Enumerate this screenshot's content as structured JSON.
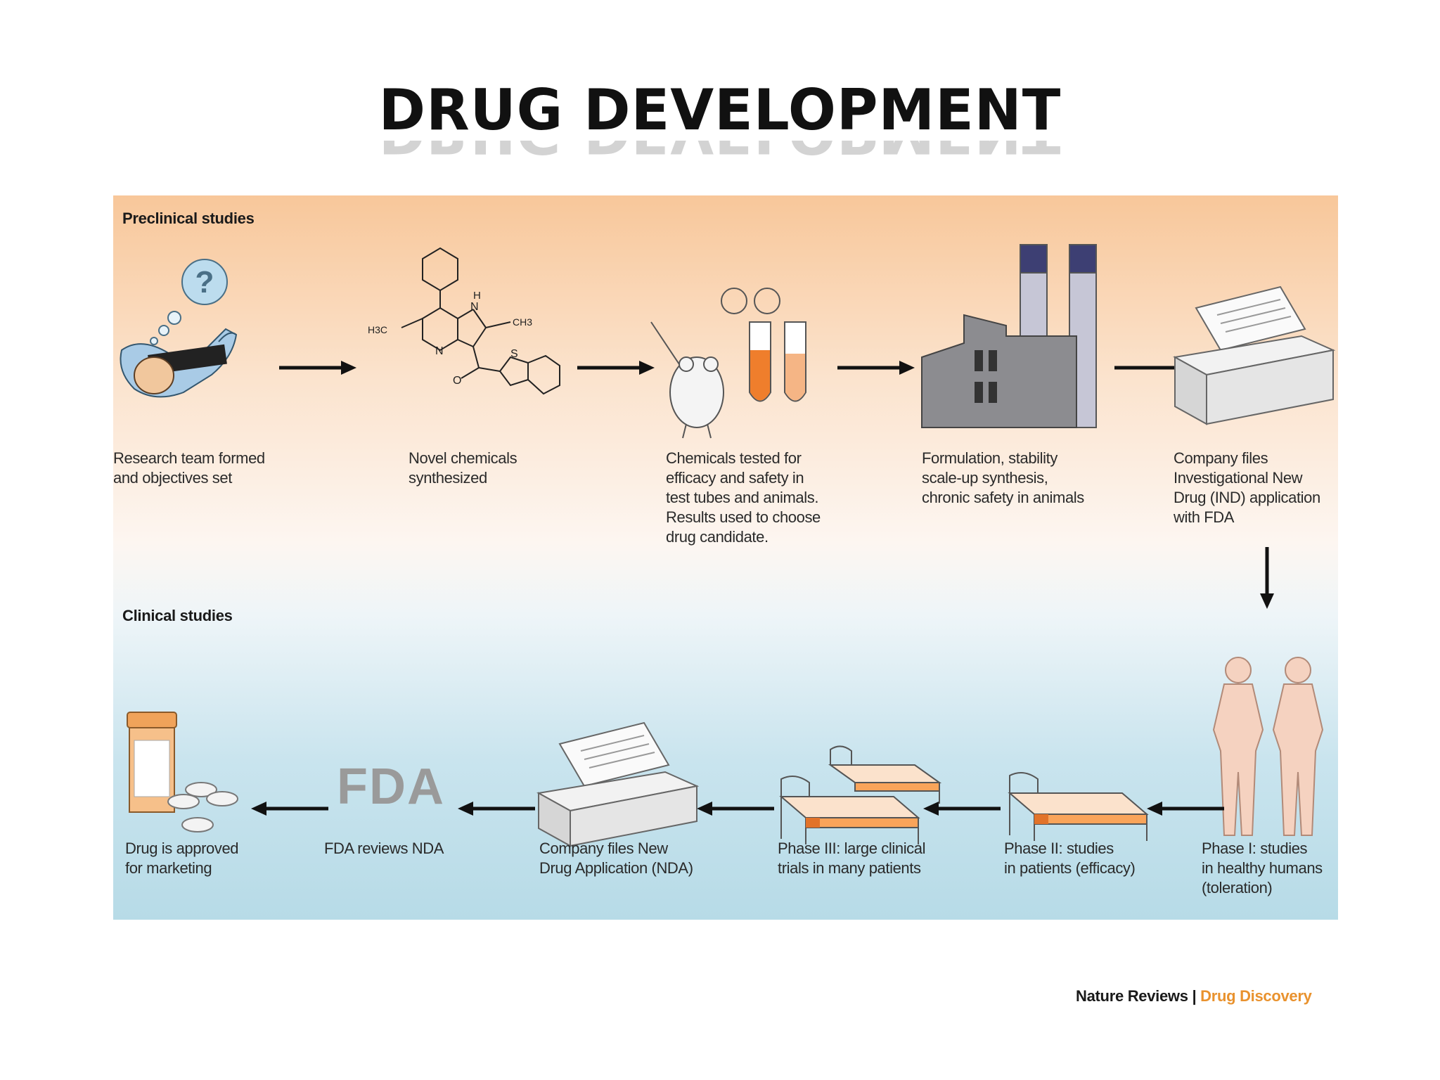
{
  "title": "DRUG DEVELOPMENT",
  "sections": {
    "preclinical": "Preclinical studies",
    "clinical": "Clinical studies"
  },
  "steps": [
    {
      "caption": "Research team formed\nand objectives set"
    },
    {
      "caption": "Novel chemicals\nsynthesized"
    },
    {
      "caption": "Chemicals tested for\nefficacy and safety in\ntest tubes and animals.\nResults used to choose\ndrug candidate."
    },
    {
      "caption": "Formulation, stability\nscale-up synthesis,\nchronic safety in animals"
    },
    {
      "caption": "Company files\nInvestigational New\nDrug (IND) application\nwith FDA"
    },
    {
      "caption": "Phase I: studies\nin healthy humans\n(toleration)"
    },
    {
      "caption": "Phase II: studies\nin patients (efficacy)"
    },
    {
      "caption": "Phase III: large clinical\ntrials in many patients"
    },
    {
      "caption": "Company files New\nDrug Application (NDA)"
    },
    {
      "caption": "FDA reviews NDA"
    },
    {
      "caption": "Drug is approved\nfor marketing"
    }
  ],
  "molecule_labels": {
    "h": "H",
    "n_top": "N",
    "ch3_right": "CH3",
    "h3c_left": "H3C",
    "n_ring": "N",
    "s": "S",
    "o": "O"
  },
  "question_mark": "?",
  "fda_logo": "FDA",
  "credit": {
    "journal": "Nature Reviews",
    "separator": "|",
    "section": "Drug Discovery"
  },
  "colors": {
    "preclinical_top": "#f8c79a",
    "clinical_bottom": "#b7dbe7",
    "accent": "#e9922e",
    "fda_gray": "#9a9a9a"
  }
}
